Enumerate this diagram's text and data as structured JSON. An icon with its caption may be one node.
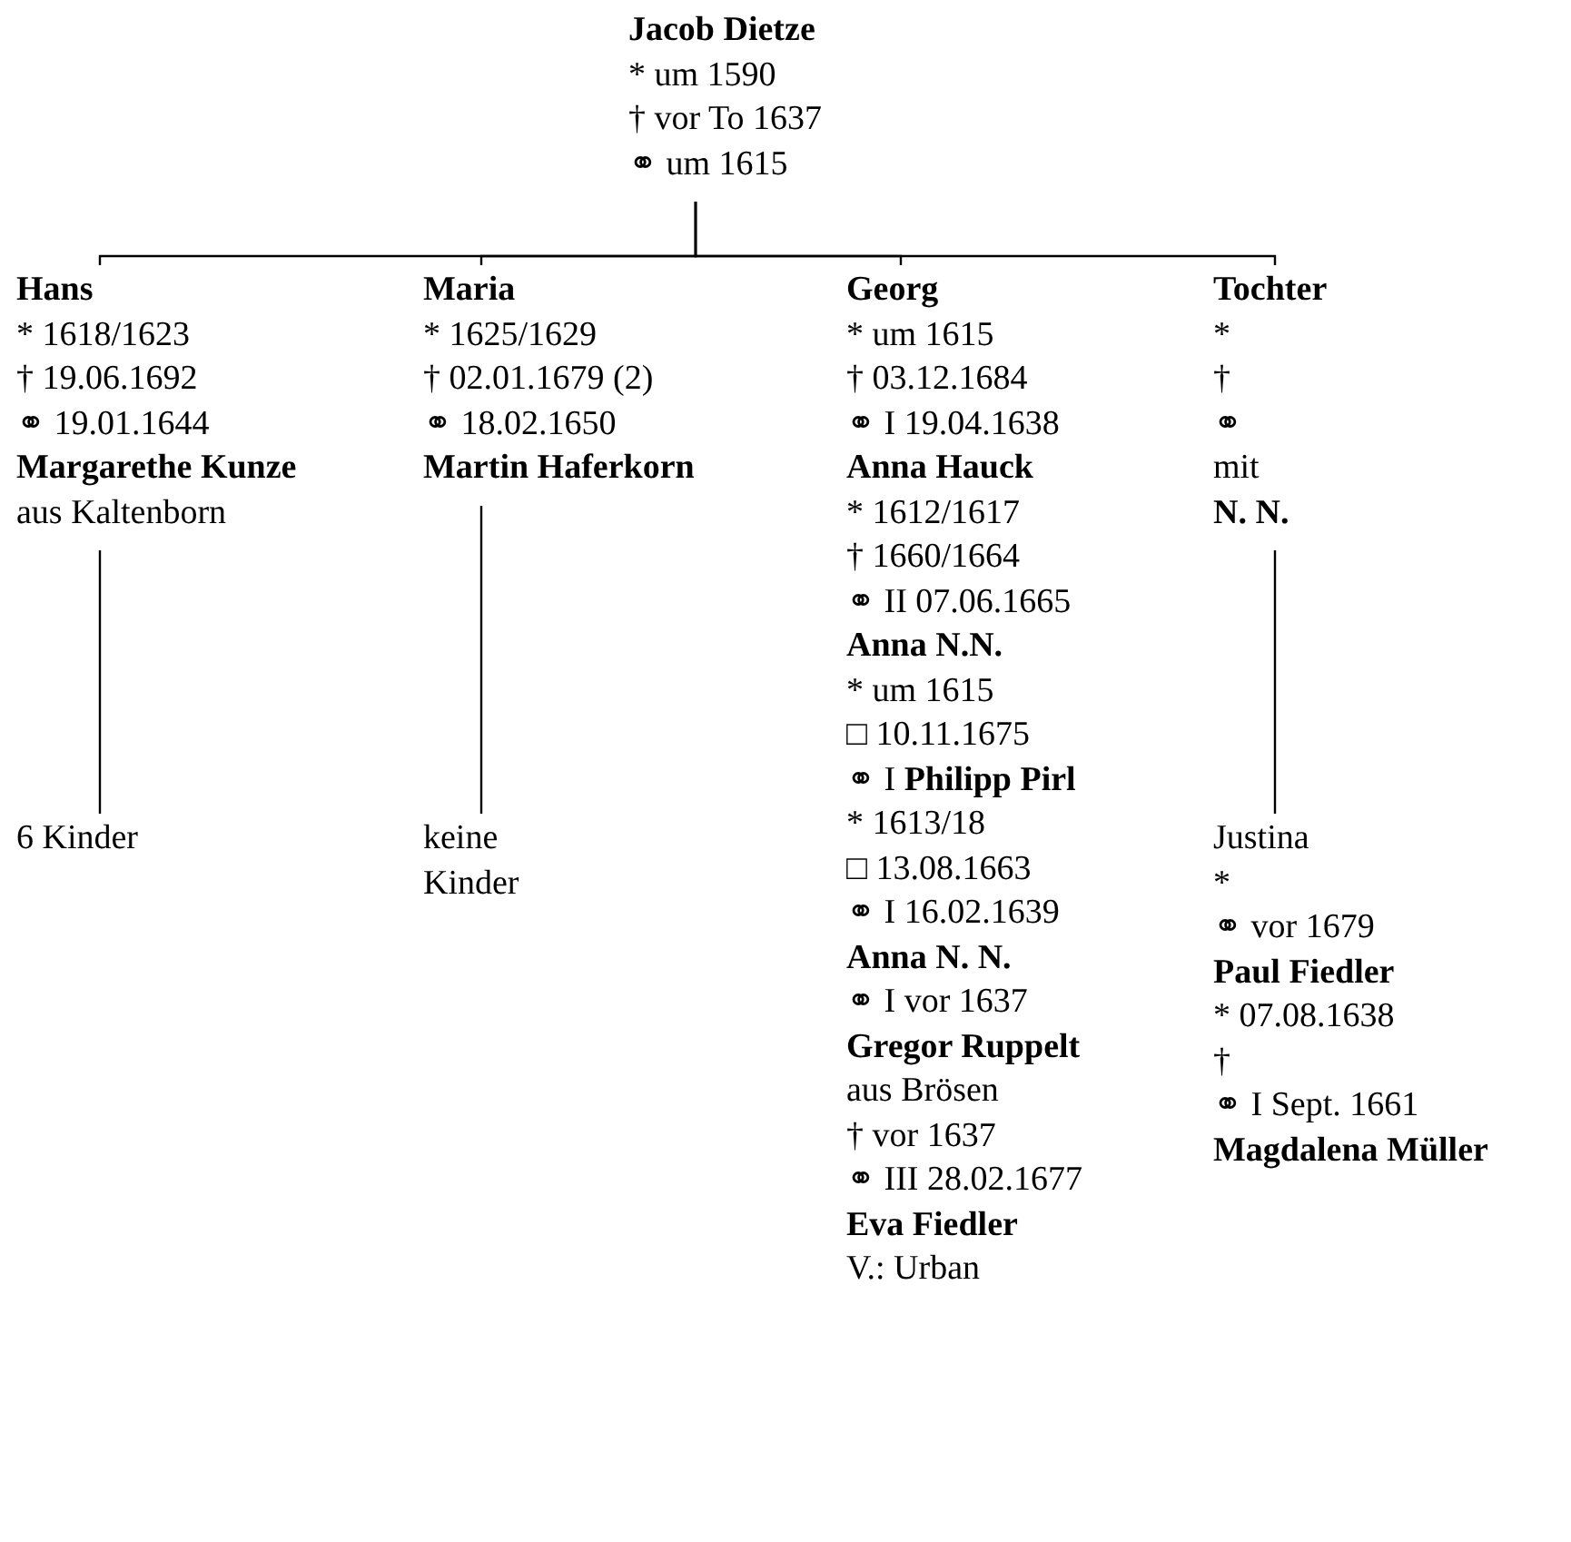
{
  "diagram": {
    "nodes": [
      {
        "text": [
          "Jacob Dietze",
          "*  um 1590",
          "† vor To 1637",
          "⚭ um 1615"
        ]
      },
      {
        "text": [
          "Hans",
          "* 1618/1623",
          "† 19.06.1692",
          "⚭ 19.01.1644",
          "Margarethe Kunze",
          "aus Kaltenborn"
        ]
      },
      {
        "text": [
          "Maria",
          "* 1625/1629",
          "† 02.01.1679 (2)",
          "⚭ 18.02.1650",
          "Martin Haferkorn"
        ]
      },
      {
        "text": [
          "Georg",
          "* um 1615",
          "† 03.12.1684",
          "⚭ I 19.04.1638",
          "Anna Hauck",
          "* 1612/1617",
          "† 1660/1664",
          "⚭ II 07.06.1665",
          "Anna N.N.",
          "* um 1615",
          "□ 10.11.1675",
          "⚭ I **Philipp Pirl**",
          "* 1613/18",
          "□ 13.08.1663",
          "⚭ I 16.02.1639",
          "Anna N. N.",
          "⚭ I vor 1637",
          "Gregor Ruppelt",
          "aus Brösen",
          "† vor 1637",
          "⚭ III 28.02.1677",
          "Eva Fiedler",
          "V.: Urban"
        ]
      },
      {
        "text": [
          "Tochter",
          "*",
          "†",
          "⚭",
          "mit",
          "N. N."
        ]
      },
      {
        "text": [
          "6 Kinder"
        ]
      },
      {
        "text": [
          "keine Kinder"
        ]
      },
      {
        "text": [
          "Justina",
          "*",
          "⚭ vor 1679",
          "Paul Fiedler",
          "* 07.08.1638",
          "†",
          "⚭ I Sept. 1661",
          "Magdalena Müller"
        ]
      }
    ],
    "edges": [
      {
        "from": 0,
        "to": 1,
        "arrow": "none"
      },
      {
        "from": 0,
        "to": 2,
        "arrow": "none"
      },
      {
        "from": 0,
        "to": 3,
        "arrow": "none"
      },
      {
        "from": 0,
        "to": 4,
        "arrow": "none"
      },
      {
        "from": 1,
        "to": 5,
        "arrow": "none"
      },
      {
        "from": 2,
        "to": 6,
        "arrow": "none"
      },
      {
        "from": 4,
        "to": 7,
        "arrow": "none"
      }
    ]
  }
}
